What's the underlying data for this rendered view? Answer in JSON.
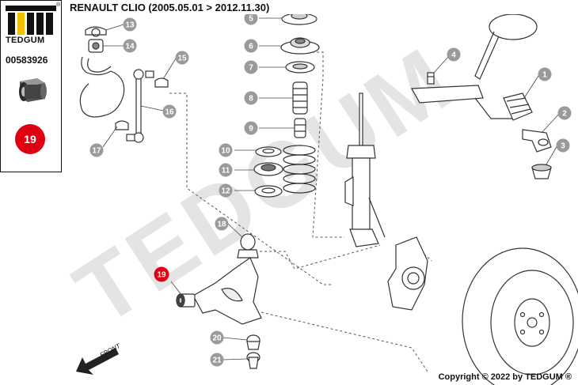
{
  "title": "RENAULT CLIO (2005.05.01 > 2012.11.30)",
  "brand": {
    "name": "TEDGUM",
    "registered_mark": "®",
    "part_number": "00583926"
  },
  "selected_callout": "19",
  "callouts": [
    "1",
    "2",
    "3",
    "4",
    "5",
    "6",
    "7",
    "8",
    "9",
    "10",
    "11",
    "12",
    "13",
    "14",
    "15",
    "16",
    "17",
    "18",
    "19",
    "20",
    "21"
  ],
  "watermark": "TEDGUM",
  "front_label": "FRONT",
  "copyright": "Copyright © 2022 by TEDGUM ®",
  "colors": {
    "accent": "#e00012",
    "callout_fill": "#9a9a9a",
    "line": "#333333",
    "dashed": "#555555",
    "logo_yellow": "#f2c100"
  }
}
